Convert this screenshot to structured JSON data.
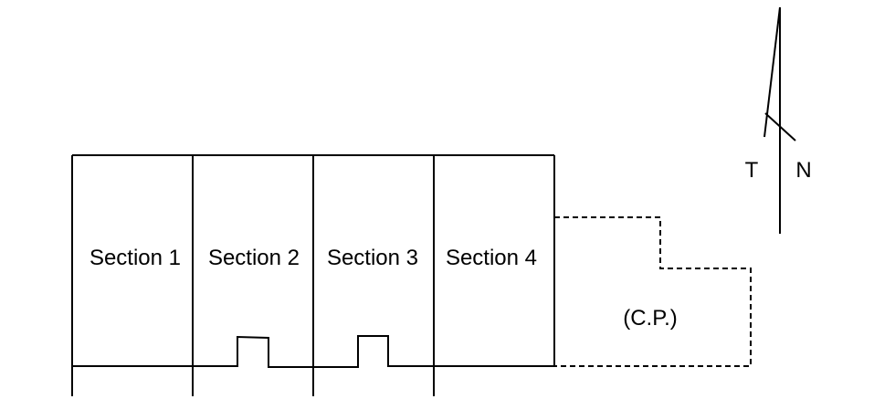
{
  "sections": [
    {
      "label": "Section 1"
    },
    {
      "label": "Section 2"
    },
    {
      "label": "Section 3"
    },
    {
      "label": "Section 4"
    }
  ],
  "car_park": {
    "label": "(C.P.)"
  },
  "north_arrow": {
    "true_north_label": "T",
    "north_label": "N"
  }
}
